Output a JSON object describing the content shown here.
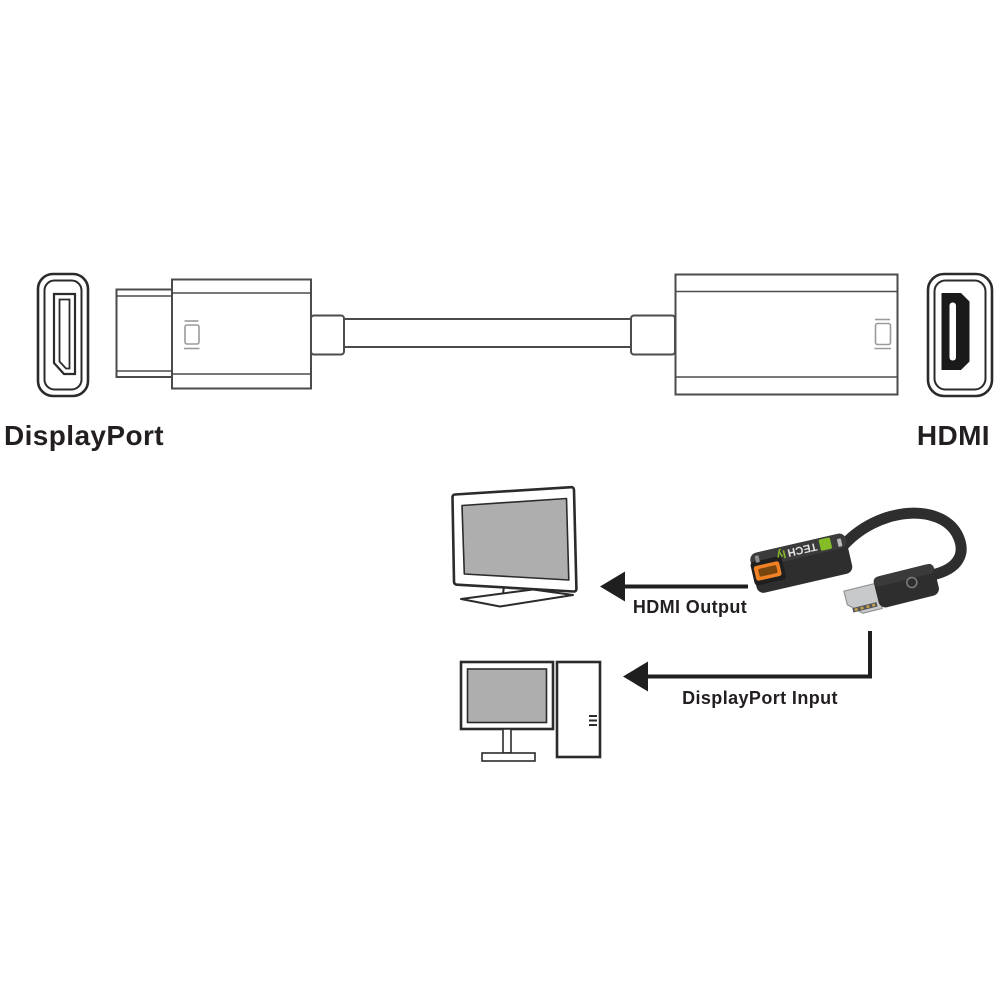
{
  "connector_diagram": {
    "left_label": "DisplayPort",
    "right_label": "HDMI"
  },
  "usage_diagram": {
    "hdmi_arrow_label": "HDMI Output",
    "displayport_arrow_label": "DisplayPort Input",
    "adapter_brand_tech": "TECH",
    "adapter_brand_ly": "ly"
  },
  "colors": {
    "text": "#231f20",
    "line_gray": "#4a4b4d",
    "icon_stroke": "#2b2b2b",
    "screen_gray": "#aeaeae",
    "arrow_black": "#1f1f1f",
    "adapter_body": "#2e2e2e",
    "hdmi_orange": "#f08124",
    "brand_green": "#86bc25"
  }
}
